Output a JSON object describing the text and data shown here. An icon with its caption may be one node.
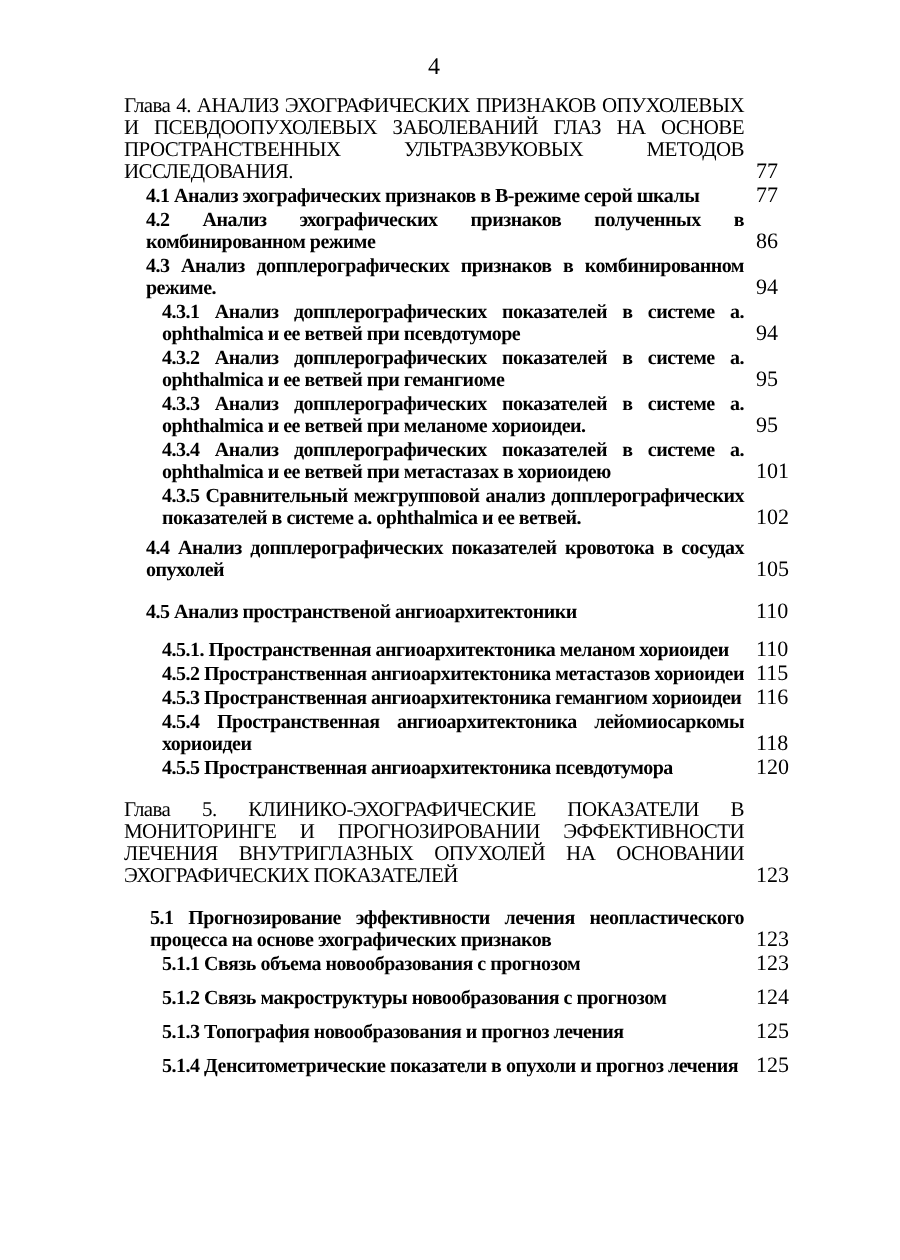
{
  "diagram": {
    "labels": [
      "4",
      "Глава 4. АНАЛИЗ ЭХОГРАФИЧЕСКИХ ПРИЗНАКОВ ОПУХОЛЕВЫХ И ПСЕВДООПУХОЛЕВЫХ ЗАБОЛЕВАНИЙ ГЛАЗ НА ОСНОВЕ ПРОСТРАНСТВЕННЫХ УЛЬТРАЗВУКОВЫХ МЕТОДОВ ИССЛЕДОВАНИЯ.",
      "77",
      "4.1 Анализ эхографических признаков в В-режиме серой шкалы",
      "77",
      "4.2 Анализ эхографических признаков полученных в комбинированном режиме",
      "86",
      "4.3 Анализ допплерографических признаков в комбинированном режиме.",
      "94",
      "4.3.1 Анализ допплерографических показателей в системе a. ophthalmica и ее ветвей при псевдотуморе",
      "94",
      "4.3.2 Анализ допплерографических показателей в системе a. ophthalmica и ее ветвей при гемангиоме",
      "95",
      "4.3.3 Анализ допплерографических показателей в системе a. ophthalmica и ее ветвей при меланоме хориоидеи.",
      "95",
      "4.3.4 Анализ допплерографических показателей в системе a. ophthalmica и ее ветвей при метастазах в хориоидею",
      "101",
      "4.3.5 Сравнительный межгрупповой анализ допплерографических показателей в системе a. ophthalmica и ее ветвей.",
      "102",
      "4.4 Анализ допплерографических показателей кровотока в сосудах опухолей",
      "105",
      "4.5 Анализ пространственой ангиоархитектоники",
      "110",
      "4.5.1. Пространственная ангиоархитектоника меланом хориоидеи",
      "110",
      "4.5.2 Пространственная ангиоархитектоника метастазов хориоидеи",
      "115",
      "4.5.3 Пространственная ангиоархитектоника гемангиом хориоидеи",
      "116",
      "4.5.4 Пространственная ангиоархитектоника лейомиосаркомы хориоидеи",
      "118",
      "4.5.5 Пространственная ангиоархитектоника псевдотумора",
      "120",
      "Глава 5. КЛИНИКО-ЭХОГРАФИЧЕСКИЕ ПОКАЗАТЕЛИ В МОНИТОРИНГЕ И ПРОГНОЗИРОВАНИИ ЭФФЕКТИВНОСТИ ЛЕЧЕНИЯ ВНУТРИГЛАЗНЫХ ОПУХОЛЕЙ НА ОСНОВАНИИ ЭХОГРАФИЧЕСКИХ ПОКАЗАТЕЛЕЙ",
      "123",
      "5.1 Прогнозирование эффективности лечения неопластического процесса на основе эхографических признаков",
      "123",
      "5.1.1 Связь объема новообразования с прогнозом",
      "123",
      "5.1.2 Связь макроструктуры новообразования с прогнозом",
      "124",
      "5.1.3 Топография новообразования и прогноз лечения",
      "125",
      "5.1.4 Денситометрические показатели в опухоли и прогноз лечения",
      "125"
    ]
  }
}
